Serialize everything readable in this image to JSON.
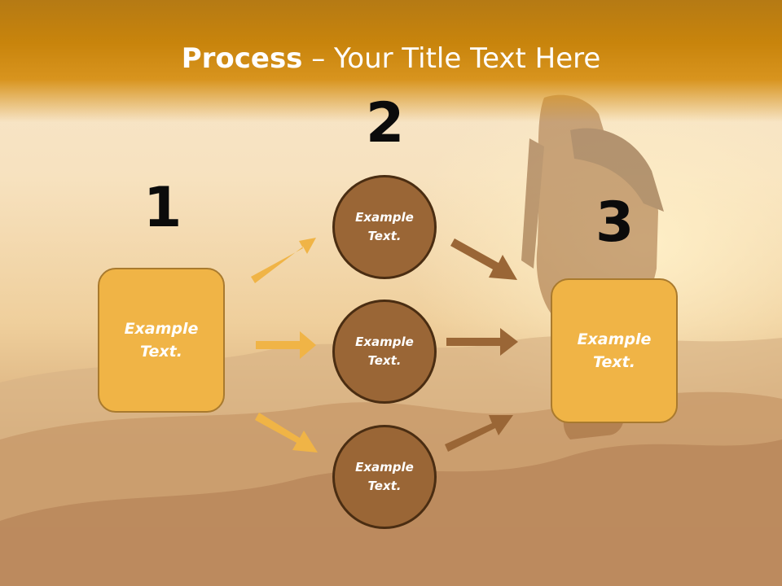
{
  "slide": {
    "title_bold": "Process",
    "title_rest": " – Your Title Text Here"
  },
  "steps": {
    "step1_number": "1",
    "step2_number": "2",
    "step3_number": "3",
    "left_box_text": "Example Text.",
    "right_box_text": "Example Text.",
    "circles": [
      "Example Text.",
      "Example Text.",
      "Example Text."
    ]
  },
  "colors": {
    "header": "#c8840c",
    "box_fill": "#f0b446",
    "circle_fill": "#9a6636",
    "left_arrow": "#f0b446",
    "right_arrow": "#9a6636"
  }
}
